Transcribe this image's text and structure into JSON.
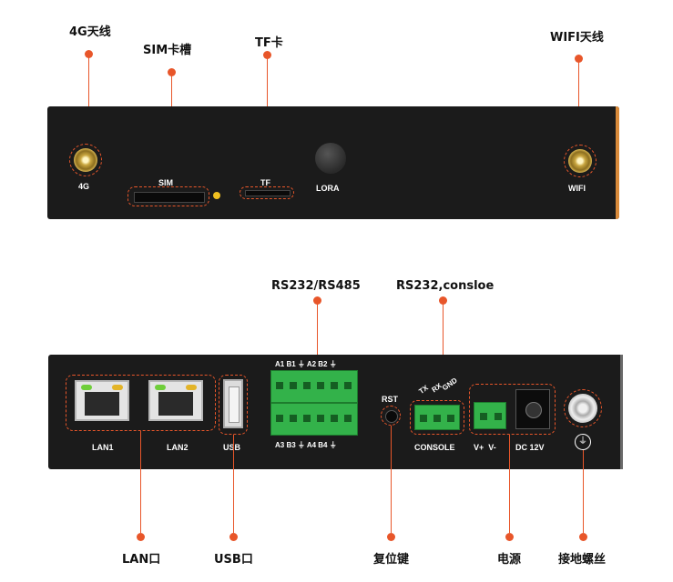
{
  "top_callouts": {
    "antenna_4g": "4G天线",
    "sim_slot": "SIM卡槽",
    "tf_slot": "TF卡",
    "wifi_antenna": "WIFI天线"
  },
  "top_panel": {
    "label_4g": "4G",
    "label_sim": "SIM",
    "label_tf": "TF",
    "label_lora": "LORA",
    "label_wifi": "WIFI"
  },
  "mid_callouts": {
    "rs232_485": "RS232/RS485",
    "rs232_console": "RS232,consloe"
  },
  "bottom_panel": {
    "label_lan1": "LAN1",
    "label_lan2": "LAN2",
    "label_usb": "USB",
    "term_top": "A1 B1 ⏚ A2 B2 ⏚",
    "term_bottom": "A3 B3 ⏚ A4 B4 ⏚",
    "label_rst": "RST",
    "label_tx": "TX",
    "label_rx": "RX",
    "label_gnd": "GND",
    "label_console": "CONSOLE",
    "label_vplus_vminus": "V+  V-",
    "label_dc": "DC 12V"
  },
  "bottom_callouts": {
    "lan_port": "LAN口",
    "usb_port": "USB口",
    "reset_key": "复位键",
    "power": "电源",
    "ground_screw": "接地螺丝"
  },
  "colors": {
    "accent": "#e8562a",
    "panel": "#1b1b1b",
    "terminal_green": "#33b24a"
  }
}
